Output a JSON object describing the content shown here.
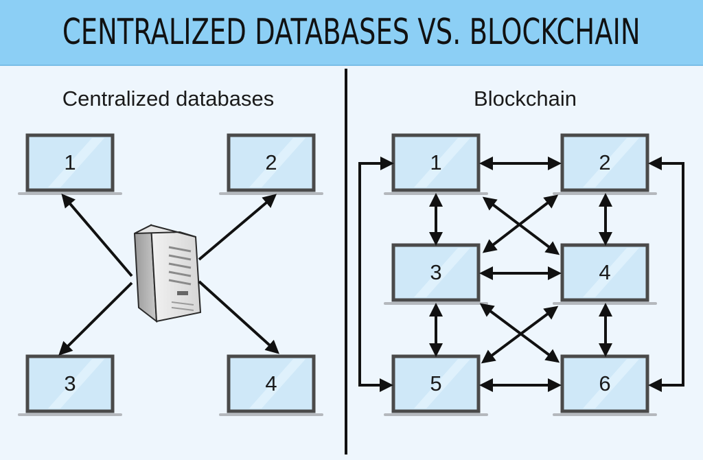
{
  "title": "CENTRALIZED DATABASES VS. BLOCKCHAIN",
  "centralized": {
    "label": "Centralized databases",
    "nodes": [
      "1",
      "2",
      "3",
      "4"
    ]
  },
  "blockchain": {
    "label": "Blockchain",
    "nodes": [
      "1",
      "2",
      "3",
      "4",
      "5",
      "6"
    ]
  },
  "colors": {
    "title_background": "#8ccff5",
    "panel_background": "#eef6fd",
    "screen_fill": "#cfe8f8",
    "laptop_frame": "#4a4a4a",
    "arrow": "#111111"
  }
}
